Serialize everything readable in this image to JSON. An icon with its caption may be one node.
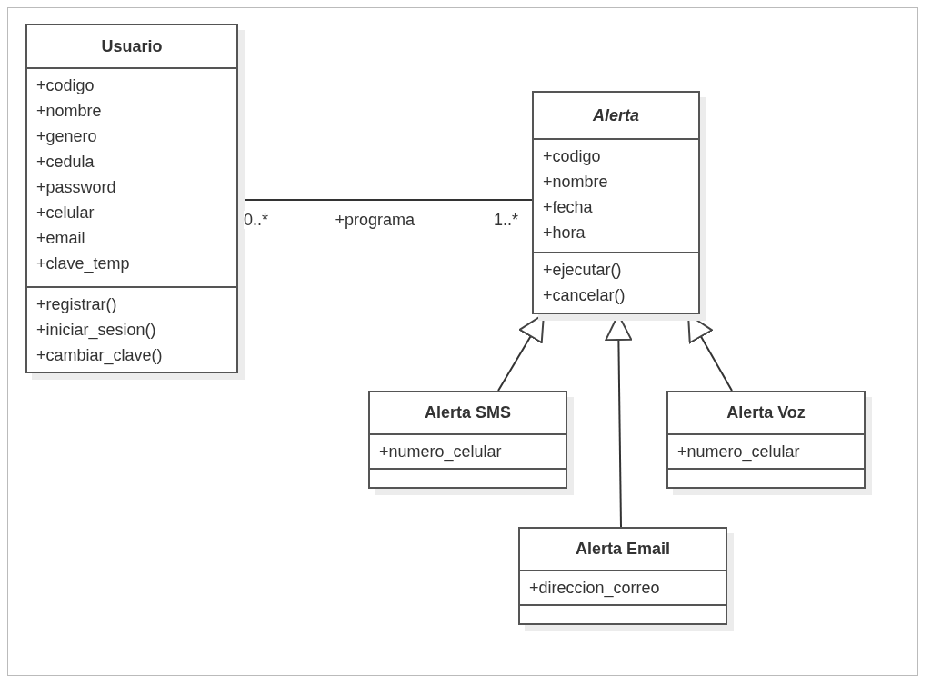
{
  "diagram": {
    "nodes": [
      {
        "text": [
          "Usuario"
        ]
      },
      {
        "text": [
          "+codigo",
          "+nombre",
          "+genero",
          "+cedula",
          "+password",
          "+celular",
          "+email",
          "+clave_temp"
        ],
        "in": 0
      },
      {
        "text": [
          "+registrar()",
          "+iniciar_sesion()",
          "+cambiar_clave()"
        ],
        "in": 0
      },
      {
        "text": [
          "Alerta"
        ]
      },
      {
        "text": [
          "+codigo",
          "+nombre",
          "+fecha",
          "+hora"
        ],
        "in": 3
      },
      {
        "text": [
          "+ejecutar()",
          "+cancelar()"
        ],
        "in": 3
      },
      {
        "text": [
          "Alerta SMS"
        ]
      },
      {
        "text": [
          "+numero_celular"
        ],
        "in": 6
      },
      {
        "text": [],
        "shape": "box",
        "in": 6
      },
      {
        "text": [
          "Alerta Voz"
        ]
      },
      {
        "text": [
          "+numero_celular"
        ],
        "in": 9
      },
      {
        "text": [],
        "shape": "box",
        "in": 9
      },
      {
        "text": [
          "Alerta Email"
        ]
      },
      {
        "text": [
          "+direccion_correo"
        ],
        "in": 12
      },
      {
        "text": [],
        "shape": "box",
        "in": 12
      }
    ],
    "edges": [
      {
        "from": 0,
        "to": 3,
        "arrow": "none",
        "label": "+programa"
      },
      {
        "from": 6,
        "to": 3,
        "arrow": "to"
      },
      {
        "from": 12,
        "to": 3,
        "arrow": "to"
      },
      {
        "from": 9,
        "to": 3,
        "arrow": "to"
      }
    ],
    "labels": [
      "0..*",
      "1..*"
    ]
  }
}
